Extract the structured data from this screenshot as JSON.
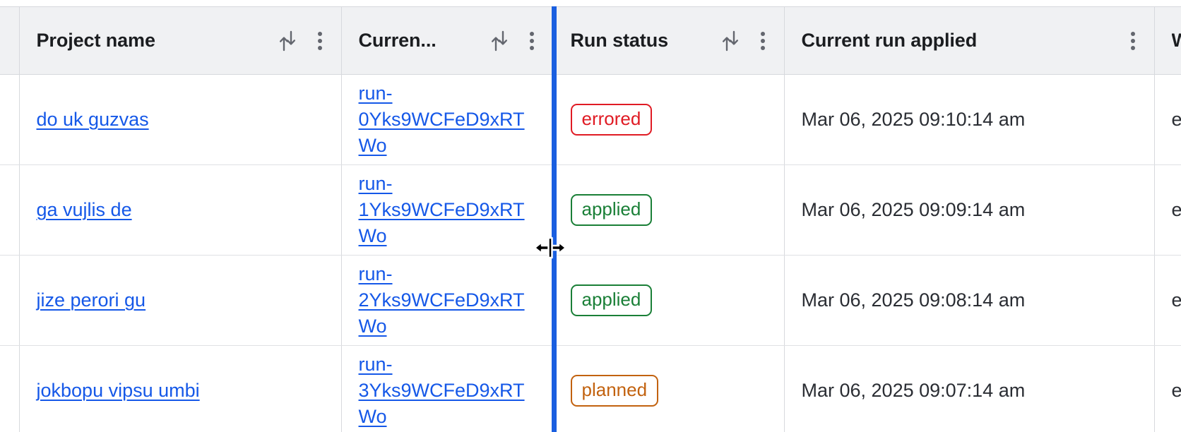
{
  "grid": {
    "columns": [
      {
        "key": "handle",
        "label": "",
        "sortable": false,
        "has_menu": false
      },
      {
        "key": "project",
        "label": "Project name",
        "sortable": true,
        "has_menu": true
      },
      {
        "key": "currentrun",
        "label": "Curren...",
        "sortable": true,
        "has_menu": true
      },
      {
        "key": "runstatus",
        "label": "Run status",
        "sortable": true,
        "has_menu": true
      },
      {
        "key": "applied",
        "label": "Current run applied",
        "sortable": false,
        "has_menu": true
      },
      {
        "key": "more",
        "label": "W",
        "sortable": false,
        "has_menu": false
      }
    ],
    "rows": [
      {
        "project": "do uk guzvas",
        "current_run": "run-0Yks9WCFeD9xRTWo",
        "run_status": "errored",
        "status_kind": "errored",
        "current_run_applied": "Mar 06, 2025 09:10:14 am",
        "overflow": "e"
      },
      {
        "project": "ga vujlis de",
        "current_run": "run-1Yks9WCFeD9xRTWo",
        "run_status": "applied",
        "status_kind": "applied",
        "current_run_applied": "Mar 06, 2025 09:09:14 am",
        "overflow": "e"
      },
      {
        "project": "jize perori gu",
        "current_run": "run-2Yks9WCFeD9xRTWo",
        "run_status": "applied",
        "status_kind": "applied",
        "current_run_applied": "Mar 06, 2025 09:08:14 am",
        "overflow": "e"
      },
      {
        "project": "jokbopu vipsu umbi",
        "current_run": "run-3Yks9WCFeD9xRTWo",
        "run_status": "planned",
        "status_kind": "planned",
        "current_run_applied": "Mar 06, 2025 09:07:14 am",
        "overflow": "e"
      }
    ]
  },
  "icons": {
    "sort": "sort-arrows-icon",
    "menu": "kebab-menu-icon",
    "cursor": "column-resize-cursor"
  },
  "interaction": {
    "resize_guide_visible": true,
    "resizing_column": "currentrun"
  },
  "colors": {
    "link": "#1558e8",
    "header_bg": "#f0f1f3",
    "border": "#d7d9dd",
    "status_errored": "#e01b24",
    "status_applied": "#1a7f37",
    "status_planned": "#c2620f",
    "resize_guide": "#1a5fe0"
  }
}
